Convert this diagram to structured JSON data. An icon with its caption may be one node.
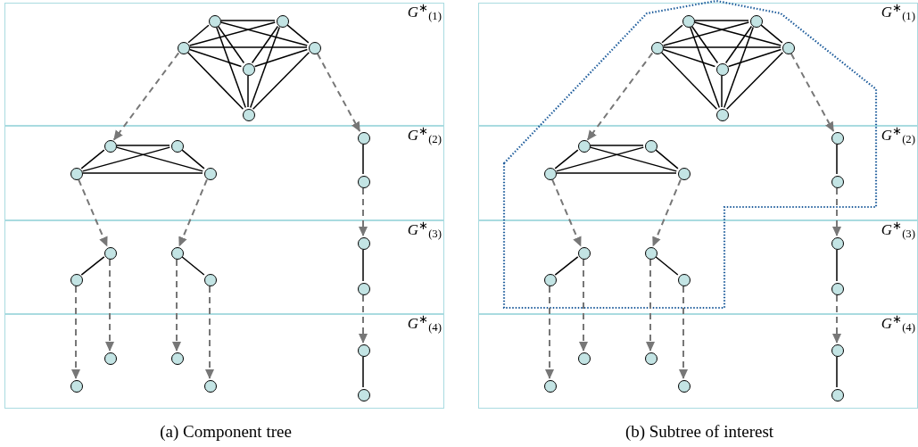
{
  "diagram": {
    "nodes": [
      {
        "text": [
          "*G*$^{∗}$$_{(1)}$"
        ]
      },
      {
        "text": [],
        "shape": "circle",
        "in": 0
      },
      {
        "text": [],
        "shape": "circle",
        "in": 0
      },
      {
        "text": [],
        "shape": "circle",
        "in": 0
      },
      {
        "text": [],
        "shape": "circle",
        "in": 0
      },
      {
        "text": [],
        "shape": "circle",
        "in": 0
      },
      {
        "text": [],
        "shape": "circle",
        "in": 0
      },
      {
        "text": [
          "*G*$^{∗}$$_{(2)}$"
        ]
      },
      {
        "text": [],
        "shape": "circle",
        "in": 7
      },
      {
        "text": [],
        "shape": "circle",
        "in": 7
      },
      {
        "text": [],
        "shape": "circle",
        "in": 7
      },
      {
        "text": [],
        "shape": "circle",
        "in": 7
      },
      {
        "text": [],
        "shape": "circle",
        "in": 7
      },
      {
        "text": [],
        "shape": "circle",
        "in": 7
      },
      {
        "text": [
          "*G*$^{∗}$$_{(3)}$"
        ]
      },
      {
        "text": [],
        "shape": "circle",
        "in": 14
      },
      {
        "text": [],
        "shape": "circle",
        "in": 14
      },
      {
        "text": [],
        "shape": "circle",
        "in": 14
      },
      {
        "text": [],
        "shape": "circle",
        "in": 14
      },
      {
        "text": [],
        "shape": "circle",
        "in": 14
      },
      {
        "text": [],
        "shape": "circle",
        "in": 14
      },
      {
        "text": [
          "*G*$^{∗}$$_{(4)}$"
        ]
      },
      {
        "text": [],
        "shape": "circle",
        "in": 21
      },
      {
        "text": [],
        "shape": "circle",
        "in": 21
      },
      {
        "text": [],
        "shape": "circle",
        "in": 21
      },
      {
        "text": [],
        "shape": "circle",
        "in": 21
      },
      {
        "text": [],
        "shape": "circle",
        "in": 21
      },
      {
        "text": [],
        "shape": "circle",
        "in": 21
      },
      {
        "text": [
          "*G*$^{∗}$$_{(1)}$"
        ]
      },
      {
        "text": [],
        "shape": "circle",
        "in": 28
      },
      {
        "text": [],
        "shape": "circle",
        "in": 28
      },
      {
        "text": [],
        "shape": "circle",
        "in": 28
      },
      {
        "text": [],
        "shape": "circle",
        "in": 28
      },
      {
        "text": [],
        "shape": "circle",
        "in": 28
      },
      {
        "text": [],
        "shape": "circle",
        "in": 28
      },
      {
        "text": [
          "*G*$^{∗}$$_{(2)}$"
        ]
      },
      {
        "text": [],
        "shape": "circle",
        "in": 35
      },
      {
        "text": [],
        "shape": "circle",
        "in": 35
      },
      {
        "text": [],
        "shape": "circle",
        "in": 35
      },
      {
        "text": [],
        "shape": "circle",
        "in": 35
      },
      {
        "text": [],
        "shape": "circle",
        "in": 35
      },
      {
        "text": [],
        "shape": "circle",
        "in": 35
      },
      {
        "text": [
          "*G*$^{∗}$$_{(3)}$"
        ]
      },
      {
        "text": [],
        "shape": "circle",
        "in": 42
      },
      {
        "text": [],
        "shape": "circle",
        "in": 42
      },
      {
        "text": [],
        "shape": "circle",
        "in": 42
      },
      {
        "text": [],
        "shape": "circle",
        "in": 42
      },
      {
        "text": [],
        "shape": "circle",
        "in": 42
      },
      {
        "text": [],
        "shape": "circle",
        "in": 42
      },
      {
        "text": [
          "*G*$^{∗}$$_{(4)}$"
        ]
      },
      {
        "text": [],
        "shape": "circle",
        "in": 49
      },
      {
        "text": [],
        "shape": "circle",
        "in": 49
      },
      {
        "text": [],
        "shape": "circle",
        "in": 49
      },
      {
        "text": [],
        "shape": "circle",
        "in": 49
      },
      {
        "text": [],
        "shape": "circle",
        "in": 49
      },
      {
        "text": [],
        "shape": "circle",
        "in": 49
      }
    ],
    "edges": [
      {
        "from": 1,
        "to": 2,
        "arrow": "none"
      },
      {
        "from": 1,
        "to": 3,
        "arrow": "none"
      },
      {
        "from": 1,
        "to": 4,
        "arrow": "none"
      },
      {
        "from": 1,
        "to": 5,
        "arrow": "none"
      },
      {
        "from": 1,
        "to": 6,
        "arrow": "none"
      },
      {
        "from": 2,
        "to": 3,
        "arrow": "none"
      },
      {
        "from": 2,
        "to": 4,
        "arrow": "none"
      },
      {
        "from": 2,
        "to": 5,
        "arrow": "none"
      },
      {
        "from": 2,
        "to": 6,
        "arrow": "none"
      },
      {
        "from": 3,
        "to": 4,
        "arrow": "none"
      },
      {
        "from": 3,
        "to": 5,
        "arrow": "none"
      },
      {
        "from": 3,
        "to": 6,
        "arrow": "none"
      },
      {
        "from": 4,
        "to": 5,
        "arrow": "none"
      },
      {
        "from": 4,
        "to": 6,
        "arrow": "none"
      },
      {
        "from": 5,
        "to": 6,
        "arrow": "none"
      },
      {
        "from": 8,
        "to": 9,
        "arrow": "none"
      },
      {
        "from": 8,
        "to": 10,
        "arrow": "none"
      },
      {
        "from": 9,
        "to": 11,
        "arrow": "none"
      },
      {
        "from": 10,
        "to": 11,
        "arrow": "none"
      },
      {
        "from": 8,
        "to": 11,
        "arrow": "none"
      },
      {
        "from": 9,
        "to": 10,
        "arrow": "none"
      },
      {
        "from": 12,
        "to": 13,
        "arrow": "none"
      },
      {
        "from": 15,
        "to": 16,
        "arrow": "none"
      },
      {
        "from": 17,
        "to": 18,
        "arrow": "none"
      },
      {
        "from": 19,
        "to": 20,
        "arrow": "none"
      },
      {
        "from": 26,
        "to": 27,
        "arrow": "none"
      },
      {
        "from": 3,
        "to": 8,
        "arrow": "to",
        "style": "dashed",
        "color": "#777777"
      },
      {
        "from": 4,
        "to": 12,
        "arrow": "to",
        "style": "dashed",
        "color": "#777777"
      },
      {
        "from": 10,
        "to": 15,
        "arrow": "to",
        "style": "dashed",
        "color": "#777777"
      },
      {
        "from": 11,
        "to": 17,
        "arrow": "to",
        "style": "dashed",
        "color": "#777777"
      },
      {
        "from": 13,
        "to": 19,
        "arrow": "to",
        "style": "dashed",
        "color": "#777777"
      },
      {
        "from": 15,
        "to": 23,
        "arrow": "to",
        "style": "dashed",
        "color": "#777777"
      },
      {
        "from": 16,
        "to": 22,
        "arrow": "to",
        "style": "dashed",
        "color": "#777777"
      },
      {
        "from": 17,
        "to": 24,
        "arrow": "to",
        "style": "dashed",
        "color": "#777777"
      },
      {
        "from": 18,
        "to": 25,
        "arrow": "to",
        "style": "dashed",
        "color": "#777777"
      },
      {
        "from": 20,
        "to": 26,
        "arrow": "to",
        "style": "dashed",
        "color": "#777777"
      },
      {
        "from": 29,
        "to": 30,
        "arrow": "none"
      },
      {
        "from": 29,
        "to": 31,
        "arrow": "none"
      },
      {
        "from": 29,
        "to": 32,
        "arrow": "none"
      },
      {
        "from": 29,
        "to": 33,
        "arrow": "none"
      },
      {
        "from": 29,
        "to": 34,
        "arrow": "none"
      },
      {
        "from": 30,
        "to": 31,
        "arrow": "none"
      },
      {
        "from": 30,
        "to": 32,
        "arrow": "none"
      },
      {
        "from": 30,
        "to": 33,
        "arrow": "none"
      },
      {
        "from": 30,
        "to": 34,
        "arrow": "none"
      },
      {
        "from": 31,
        "to": 32,
        "arrow": "none"
      },
      {
        "from": 31,
        "to": 33,
        "arrow": "none"
      },
      {
        "from": 31,
        "to": 34,
        "arrow": "none"
      },
      {
        "from": 32,
        "to": 33,
        "arrow": "none"
      },
      {
        "from": 32,
        "to": 34,
        "arrow": "none"
      },
      {
        "from": 33,
        "to": 34,
        "arrow": "none"
      },
      {
        "from": 36,
        "to": 37,
        "arrow": "none"
      },
      {
        "from": 36,
        "to": 38,
        "arrow": "none"
      },
      {
        "from": 37,
        "to": 39,
        "arrow": "none"
      },
      {
        "from": 38,
        "to": 39,
        "arrow": "none"
      },
      {
        "from": 36,
        "to": 39,
        "arrow": "none"
      },
      {
        "from": 37,
        "to": 38,
        "arrow": "none"
      },
      {
        "from": 40,
        "to": 41,
        "arrow": "none"
      },
      {
        "from": 43,
        "to": 44,
        "arrow": "none"
      },
      {
        "from": 45,
        "to": 46,
        "arrow": "none"
      },
      {
        "from": 47,
        "to": 48,
        "arrow": "none"
      },
      {
        "from": 54,
        "to": 55,
        "arrow": "none"
      },
      {
        "from": 31,
        "to": 36,
        "arrow": "to",
        "style": "dashed",
        "color": "#777777"
      },
      {
        "from": 32,
        "to": 40,
        "arrow": "to",
        "style": "dashed",
        "color": "#777777"
      },
      {
        "from": 38,
        "to": 43,
        "arrow": "to",
        "style": "dashed",
        "color": "#777777"
      },
      {
        "from": 39,
        "to": 45,
        "arrow": "to",
        "style": "dashed",
        "color": "#777777"
      },
      {
        "from": 41,
        "to": 47,
        "arrow": "to",
        "style": "dashed",
        "color": "#777777"
      },
      {
        "from": 43,
        "to": 51,
        "arrow": "to",
        "style": "dashed",
        "color": "#777777"
      },
      {
        "from": 44,
        "to": 50,
        "arrow": "to",
        "style": "dashed",
        "color": "#777777"
      },
      {
        "from": 45,
        "to": 52,
        "arrow": "to",
        "style": "dashed",
        "color": "#777777"
      },
      {
        "from": 46,
        "to": 53,
        "arrow": "to",
        "style": "dashed",
        "color": "#777777"
      },
      {
        "from": 48,
        "to": 54,
        "arrow": "to",
        "style": "dashed",
        "color": "#777777"
      }
    ],
    "labels": [
      "(a) Component tree",
      "(b) Subtree of interest"
    ]
  }
}
